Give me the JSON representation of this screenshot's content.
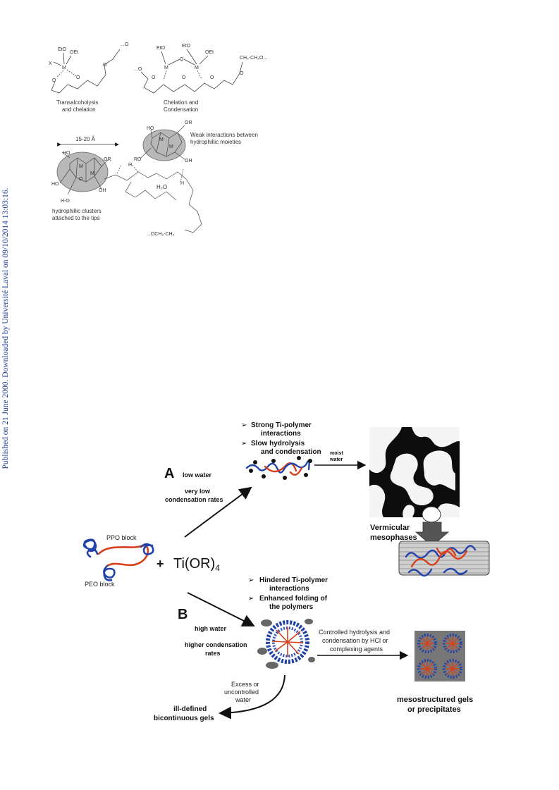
{
  "sidebar": {
    "text": "Published on 21 June 2000. Downloaded by Université Laval on 09/10/2014 13:03:16."
  },
  "top": {
    "s1": {
      "x": "X",
      "eto": "EtO",
      "oet": "OEt",
      "m": "M",
      "o": "O",
      "dots_o": "...O",
      "cap1": "Transalcoholysis",
      "cap2": "and chelation"
    },
    "s2": {
      "eto": "EtO",
      "oet": "OEt",
      "m": "M",
      "o": "O",
      "dots_o": "...O",
      "ch": "CH₂-CH₂O...",
      "cap1": "Chelation and",
      "cap2": "Condensation"
    },
    "s3": {
      "size": "15-20 Å",
      "m": "M",
      "o": "O",
      "ho": "HO",
      "or": "OR",
      "oh": "OH",
      "ro": "RO",
      "h": "H",
      "h2o": "H₂O",
      "ho_low": "H-O",
      "och": "...OCH₂-CH₂",
      "weak1": "Weak interactions between",
      "weak2": "hydrophillic moieties",
      "clu1": "hydrophillic clusters",
      "clu2": "attached to the tips"
    }
  },
  "bottom": {
    "bullets_a": [
      "Strong Ti-polymer",
      "interactions",
      "Slow hydrolysis",
      "and condensation"
    ],
    "moist": [
      "moist",
      "water"
    ],
    "a_letter": "A",
    "a_water": "low water",
    "a_rates": [
      "very low",
      "condensation rates"
    ],
    "vermicular": [
      "Vermicular",
      "mesophases"
    ],
    "ppo": "PPO block",
    "peo": "PEO block",
    "plus": "+",
    "ti": "Ti(OR)",
    "ti_sub": "4",
    "bullets_b": [
      "Hindered Ti-polymer",
      "interactions",
      "Enhanced folding of",
      "the polymers"
    ],
    "b_letter": "B",
    "b_water": "high water",
    "b_rates": [
      "higher condensation",
      "rates"
    ],
    "controlled": [
      "Controlled hydrolysis and",
      "condensation by HCl or",
      "complexing agents"
    ],
    "excess": [
      "Excess or",
      "uncontrolled",
      "water"
    ],
    "ill": [
      "ill-defined",
      "bicontinuous gels"
    ],
    "meso": [
      "mesostructured gels",
      "or precipitates"
    ]
  }
}
